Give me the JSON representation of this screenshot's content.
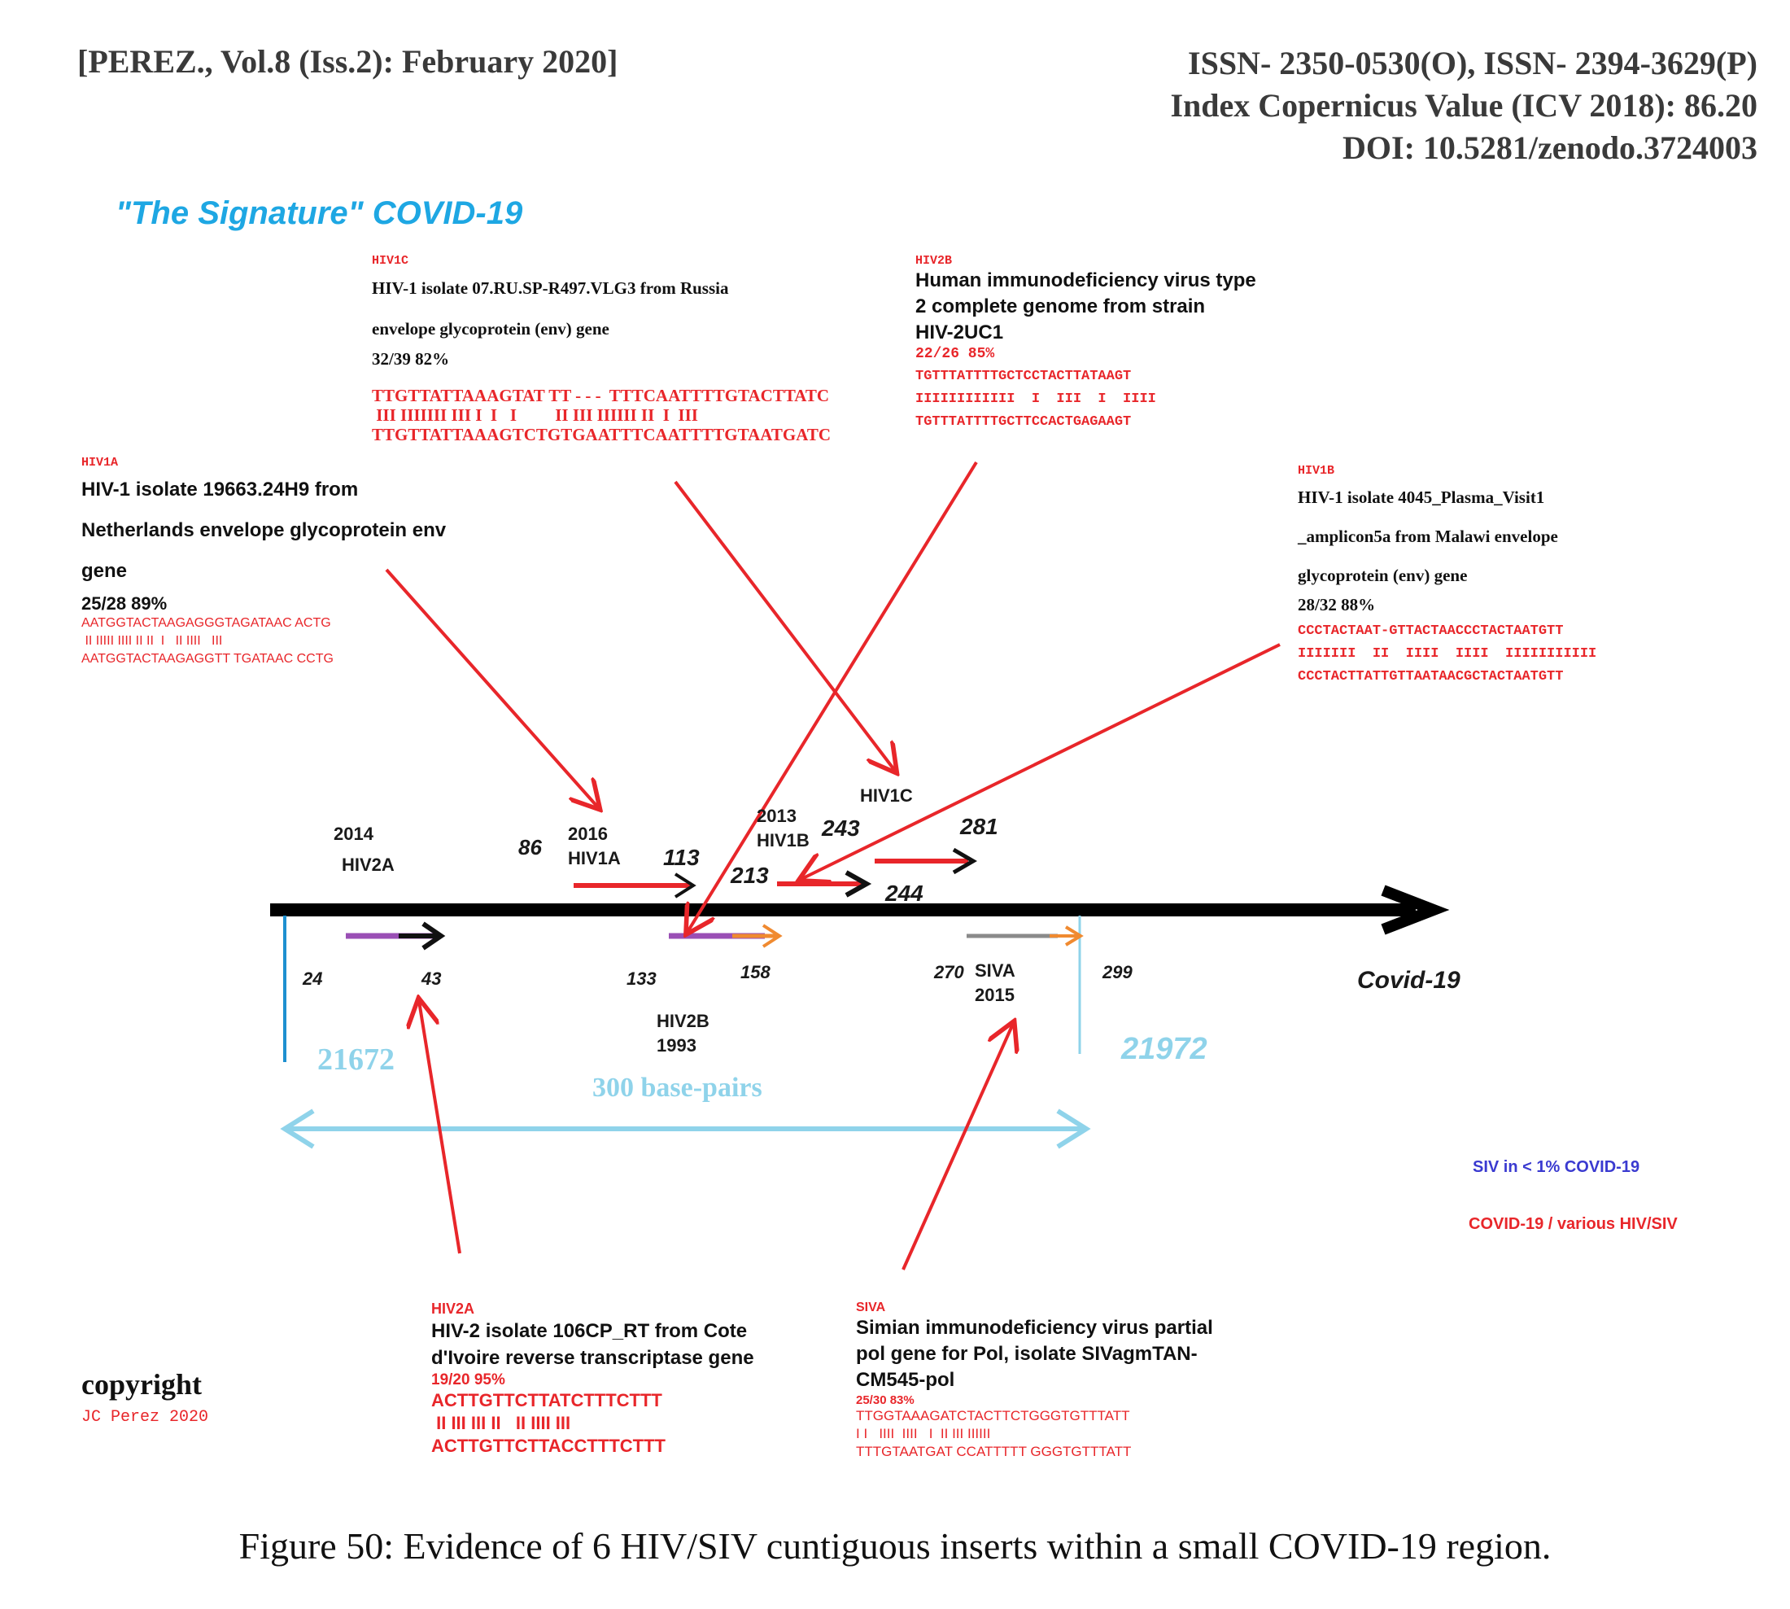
{
  "header": {
    "left": "[PEREZ., Vol.8 (Iss.2): February 2020]",
    "right_line1": "ISSN- 2350-0530(O), ISSN- 2394-3629(P)",
    "right_line2": "Index Copernicus Value (ICV 2018): 86.20",
    "right_line3": "DOI: 10.5281/zenodo.3724003"
  },
  "figure_title": "\"The Signature\" COVID-19",
  "boxes": {
    "hiv1c": {
      "code": "HIV1C",
      "desc1": "HIV-1 isolate 07.RU.SP-R497.VLG3 from Russia",
      "desc2": "envelope glycoprotein (env) gene",
      "pct": "32/39   82%",
      "seq1": "TTGTTATTAAAGTAT TT - - -  TTTCAATTTTGTACTTATC",
      "seq2": " III IIIIIII III I  I   I         II III IIIIII II  I  III",
      "seq3": "TTGTTATTAAAGTCTGTGAATTTCAATTTTGTAATGATC"
    },
    "hiv2b": {
      "code": "HIV2B",
      "desc1": "Human immunodeficiency virus type",
      "desc2": "2 complete genome from strain",
      "desc3": "HIV-2UC1",
      "pct": "22/26     85%",
      "seq1": "TGTTTATTTTGCTCCTACTTATAAGT",
      "seq2": "IIIIIIIIIIII  I  III  I  IIII",
      "seq3": "TGTTTATTTTGCTTCCACTGAGAAGT"
    },
    "hiv1a": {
      "code": "HIV1A",
      "desc1": "HIV-1 isolate 19663.24H9 from",
      "desc2": "Netherlands envelope glycoprotein  env",
      "desc3": "gene",
      "pct": "25/28   89%",
      "seq1": "AATGGTACTAAGAGGGTAGATAAC ACTG",
      "seq2": " II IIIII IIII II II  I   II IIII   III",
      "seq3": "AATGGTACTAAGAGGTT TGATAAC CCTG"
    },
    "hiv1b": {
      "code": "HIV1B",
      "desc1": "HIV-1 isolate 4045_Plasma_Visit1",
      "desc2": "_amplicon5a from Malawi envelope",
      "desc3": "glycoprotein (env) gene",
      "pct": "28/32 88%",
      "seq1": "CCCTACTAAT-GTTACTAACCCTACTAATGTT",
      "seq2": "IIIIIII  II  IIII  IIII  IIIIIIIIIII",
      "seq3": "CCCTACTTATTGTTAATAACGCTACTAATGTT"
    },
    "hiv2a": {
      "code": "HIV2A",
      "desc1": "HIV-2 isolate 106CP_RT from Cote",
      "desc2": "d'Ivoire reverse transcriptase gene",
      "pct": "19/20   95%",
      "seq1": "ACTTGTTCTTATCTTTCTTT",
      "seq2": " II III III II   II IIII III",
      "seq3": "ACTTGTTCTTACCTTTCTTT"
    },
    "siva": {
      "code": "SIVA",
      "desc1": "Simian immunodeficiency virus partial",
      "desc2": "pol gene for Pol, isolate SIVagmTAN-",
      "desc3": "CM545-pol",
      "pct": "25/30   83%",
      "seq1": "TTGGTAAAGATCTACTTCTGGGTGTTTATT",
      "seq2": "I I   IIII  IIII   I  II III IIIIII",
      "seq3": "TTTGTAATGAT CCATTTTT GGGTGTTTATT"
    }
  },
  "labels": {
    "y2014": "2014",
    "hiv2a": "HIV2A",
    "y2016": "2016",
    "hiv1a": "HIV1A",
    "y2013": "2013",
    "hiv1b": "HIV1B",
    "hiv1c": "HIV1C",
    "hiv2b": "HIV2B",
    "y1993": "1993",
    "siva": "SIVA",
    "y2015": "2015",
    "covid": "Covid-19"
  },
  "positions": {
    "n24": "24",
    "n43": "43",
    "n86": "86",
    "n113": "113",
    "n133": "133",
    "n158": "158",
    "n213": "213",
    "n243": "243",
    "n244": "244",
    "n270": "270",
    "n281": "281",
    "n299": "299"
  },
  "genome": {
    "start": "21672",
    "end": "21972",
    "span": "300 base-pairs"
  },
  "legend": {
    "siv": "SIV in < 1% COVID-19",
    "hiv": "COVID-19 / various HIV/SIV"
  },
  "copyright": "copyright",
  "copyright_by": "JC Perez 2020",
  "caption": "Figure 50: Evidence of 6 HIV/SIV cuntiguous inserts within a small COVID-19 region.",
  "colors": {
    "red": "#e8262a",
    "cyan": "#1ea7e3",
    "light_blue": "#8fd3ea",
    "purple": "#9a4fb5",
    "orange": "#f08a30",
    "grey": "#8a8a8a"
  }
}
